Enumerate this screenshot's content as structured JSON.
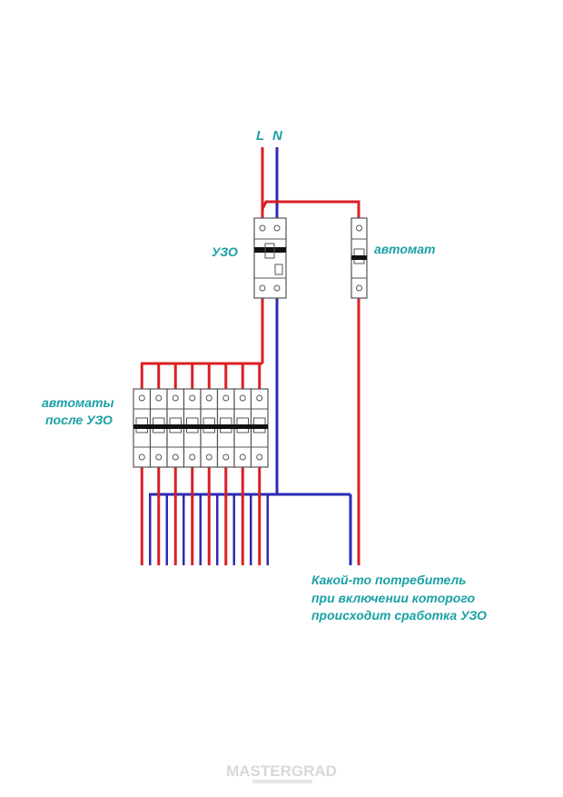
{
  "labels": {
    "line_L": "L",
    "line_N": "N",
    "rcd": "УЗО",
    "breaker": "автомат",
    "breakers_after_line1": "автоматы",
    "breakers_after_line2": "после УЗО",
    "note_line1": "Какой-то потребитель",
    "note_line2": "при включении которого",
    "note_line3": "происходит сработка УЗО"
  },
  "watermark": "MASTERGRAD",
  "breakers_after_rcd_count": 8,
  "colors": {
    "phase_wire": "#d81f26",
    "neutral_wire": "#2b2bb5",
    "label_text": "#1aa1a5",
    "device_outline": "#555555",
    "watermark": "#d8d8d8"
  }
}
